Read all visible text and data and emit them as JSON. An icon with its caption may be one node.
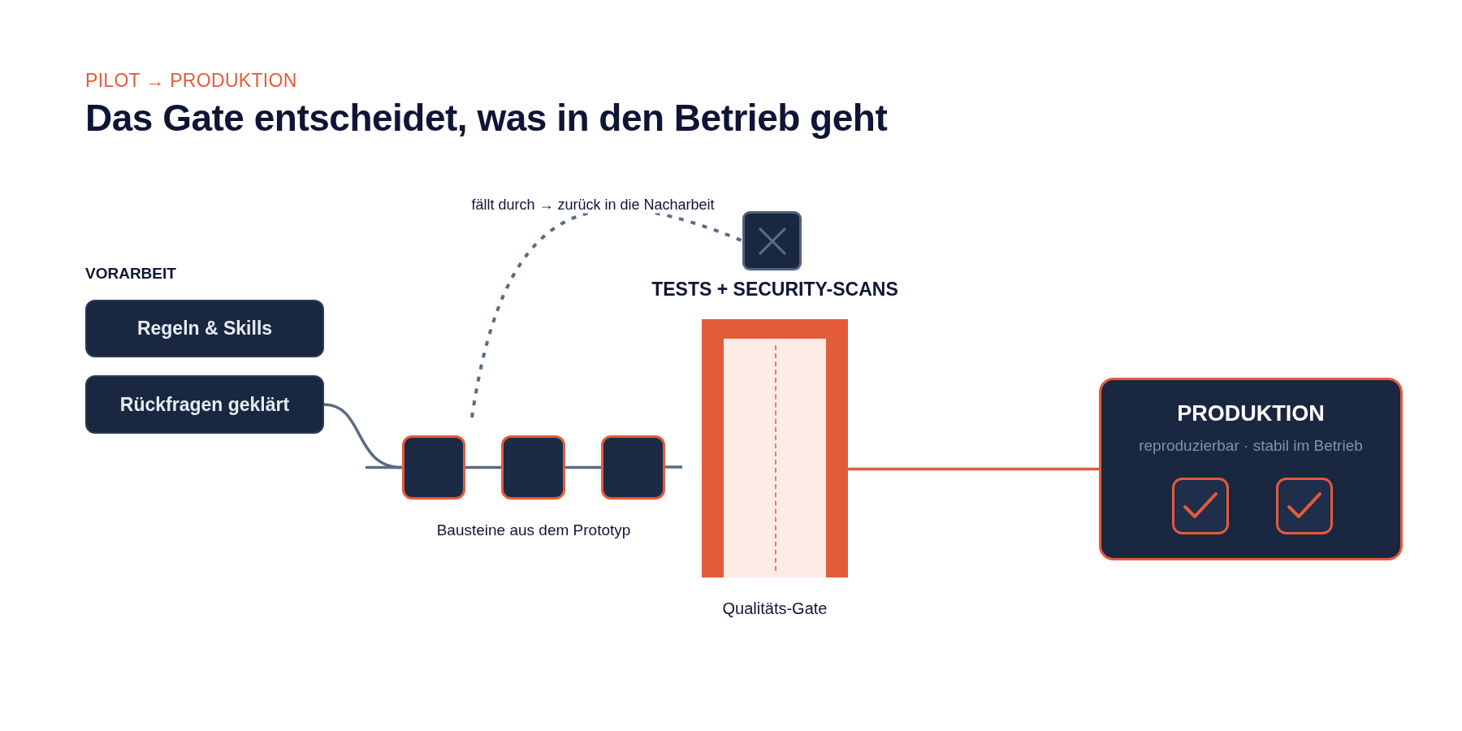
{
  "diagram": {
    "title": "Das Gate entscheidet, was in den Betrieb geht",
    "nodes": [
      {
        "text": [
          "Regeln & Skills"
        ],
        "in": 8
      },
      {
        "text": [
          "Rückfragen geklärt"
        ],
        "in": 8
      },
      {
        "text": [],
        "shape": "box"
      },
      {
        "text": [],
        "shape": "box"
      },
      {
        "text": [],
        "shape": "box"
      },
      {
        "text": [],
        "shape": "box"
      },
      {
        "text": [
          "TESTS + SECURITY-SCANS"
        ],
        "beside": [
          "Qualitäts-Gate"
        ]
      },
      {
        "text": [
          "PRODUKTION",
          "reproduzierbar · stabil im Betrieb"
        ]
      },
      {
        "text": [
          "VORARBEIT"
        ]
      }
    ],
    "edges": [
      {
        "from": 1,
        "to": 2,
        "arrow": "none"
      },
      {
        "from": null,
        "to": 2,
        "arrow": "none"
      },
      {
        "from": 2,
        "to": 3,
        "arrow": "none"
      },
      {
        "from": 3,
        "to": 4,
        "arrow": "none"
      },
      {
        "from": 4,
        "to": null,
        "arrow": "none"
      },
      {
        "from": 2,
        "to": 5,
        "arrow": "none",
        "style": "dashed",
        "label": "fällt durch → zurück in die Nacharbeit"
      },
      {
        "from": 6,
        "to": 7,
        "arrow": "none",
        "color": "#e45b3c"
      }
    ],
    "labels": [
      "PILOT → PRODUKTION",
      "Bausteine aus dem Prototyp"
    ]
  }
}
